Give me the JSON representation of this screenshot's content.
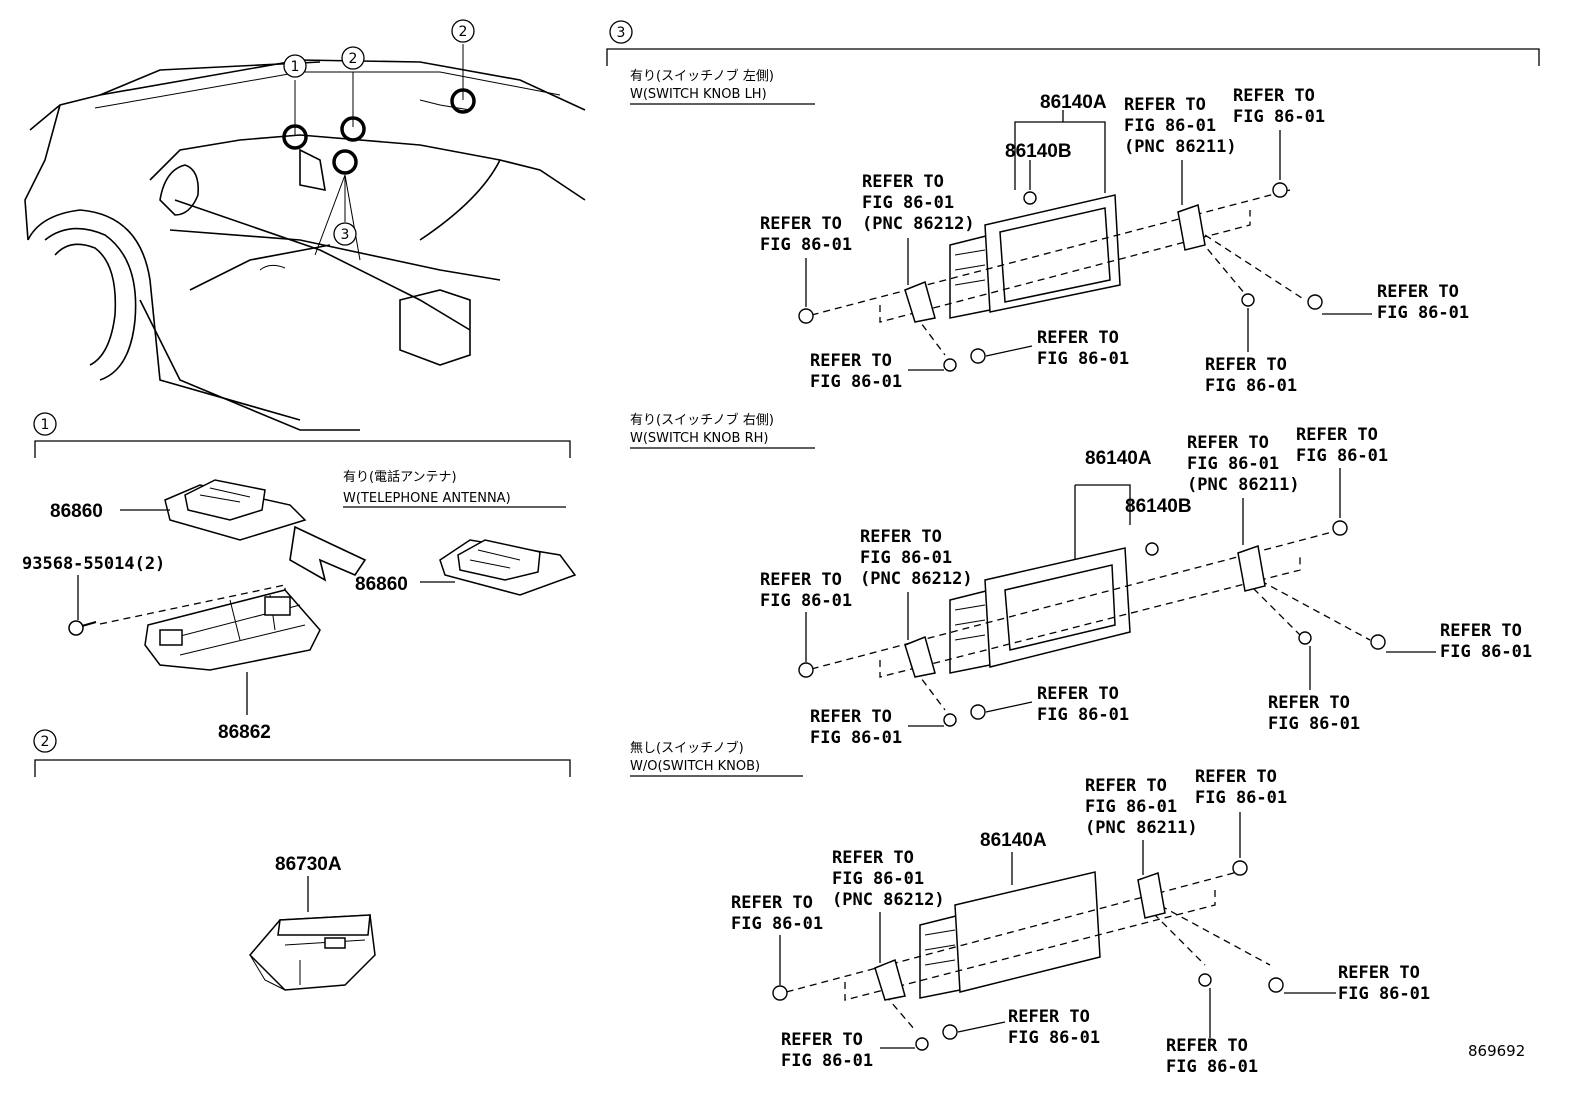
{
  "diagram_id": "869692",
  "overview": {
    "callouts": [
      "1",
      "2",
      "2",
      "3"
    ]
  },
  "section1": {
    "number": "1",
    "note_jp": "有り(電話アンテナ)",
    "note_en": "W(TELEPHONE ANTENNA)",
    "parts": {
      "antenna_a": "86860",
      "antenna_b": "86860",
      "bracket": "86862",
      "bolt": "93568-55014(2)"
    }
  },
  "section2": {
    "number": "2",
    "parts": {
      "module": "86730A"
    }
  },
  "section3": {
    "number": "3",
    "refer_lines": [
      "REFER TO",
      "FIG 86-01"
    ],
    "pnc_a": "(PNC 86212)",
    "pnc_b": "(PNC 86211)",
    "variants": [
      {
        "note_jp": "有り(スイッチノブ 左側)",
        "note_en": "W(SWITCH KNOB LH)",
        "display": "86140A",
        "cap": "86140B"
      },
      {
        "note_jp": "有り(スイッチノブ 右側)",
        "note_en": "W(SWITCH KNOB RH)",
        "display": "86140A",
        "cap": "86140B"
      },
      {
        "note_jp": "無し(スイッチノブ)",
        "note_en": "W/O(SWITCH KNOB)",
        "display": "86140A"
      }
    ]
  }
}
